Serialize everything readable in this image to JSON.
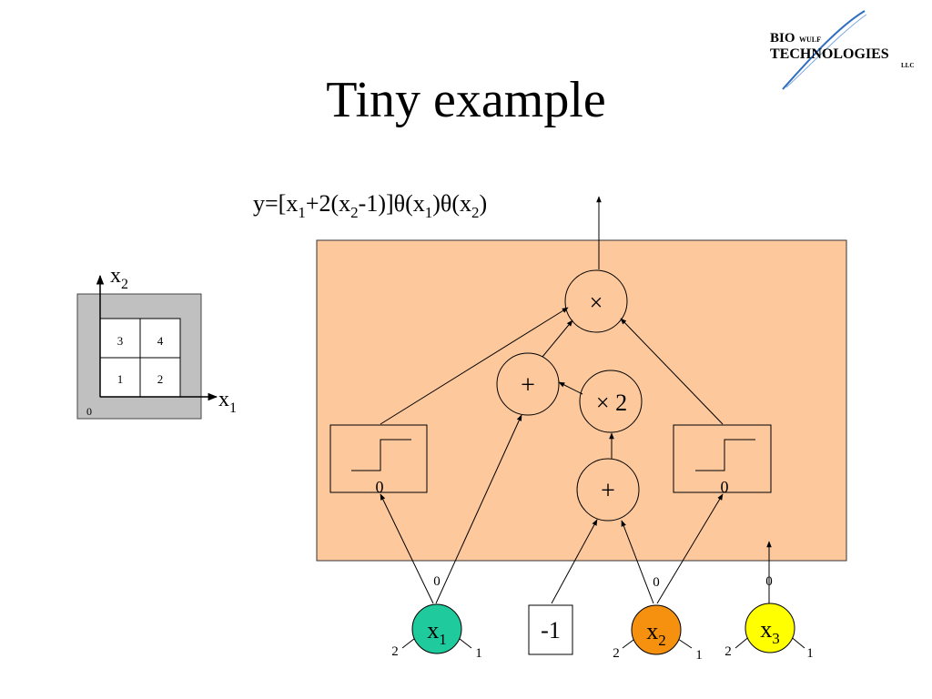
{
  "slide": {
    "title": "Tiny example"
  },
  "logo": {
    "line1_big": "BIO",
    "line1_small": "WULF",
    "line2": "TECHNOLOGIES",
    "line3": "LLC",
    "accent_color": "#2f6ebf"
  },
  "formula": {
    "parts": [
      "y=[x",
      "1",
      "+2(x",
      "2",
      "-1)]θ(x",
      "1",
      ")θ(x",
      "2",
      ")"
    ]
  },
  "quadrant": {
    "axis_x_base": "x",
    "axis_x_sub": "1",
    "axis_y_base": "x",
    "axis_y_sub": "2",
    "origin": "0",
    "cells": [
      "3",
      "4",
      "1",
      "2"
    ]
  },
  "network": {
    "panel_color": "#fcc89c",
    "multiply_node": "×",
    "plus_node_upper": "+",
    "times_two_node": "× 2",
    "plus_node_lower": "+",
    "step_left_label": "0",
    "step_right_label": "0",
    "constant_box": "-1"
  },
  "inputs": [
    {
      "base": "x",
      "sub": "1",
      "top_label": "0",
      "left_label": "2",
      "right_label": "1",
      "color": "#1fcb9c"
    },
    {
      "base": "x",
      "sub": "2",
      "top_label": "0",
      "left_label": "2",
      "right_label": "1",
      "color": "#f6900f"
    },
    {
      "base": "x",
      "sub": "3",
      "top_label": "0",
      "left_label": "2",
      "right_label": "1",
      "color": "#ffff00"
    }
  ]
}
